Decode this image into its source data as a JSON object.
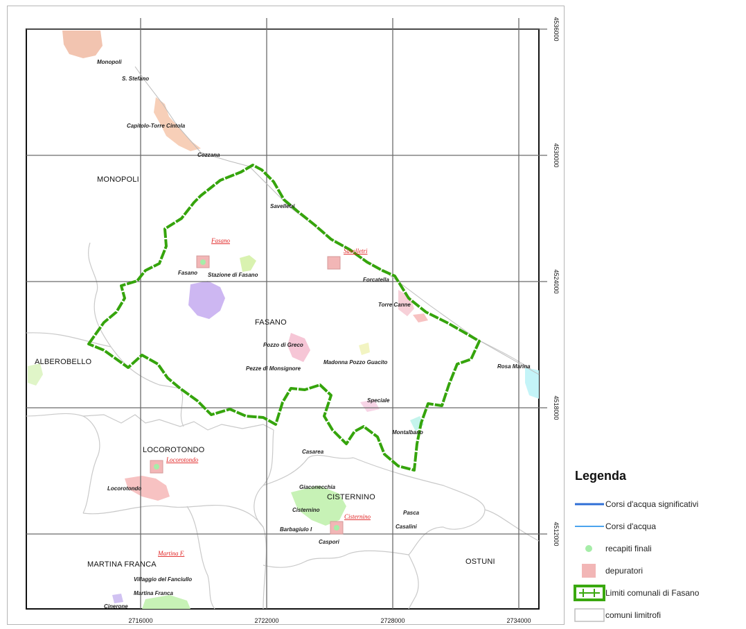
{
  "map": {
    "x_ticks": [
      "2716000",
      "2722000",
      "2728000",
      "2734000"
    ],
    "y_ticks": [
      "4536000",
      "4530000",
      "4524000",
      "4518000",
      "4512000"
    ],
    "municipalities": [
      "MONOPOLI",
      "FASANO",
      "ALBEROBELLO",
      "LOCOROTONDO",
      "CISTERNINO",
      "MARTINA FRANCA",
      "OSTUNI"
    ],
    "places": [
      "Monopoli",
      "S. Stefano",
      "Capitolo-Torre Cintola",
      "Cozzana",
      "Savelletri",
      "Fasano",
      "Stazione di Fasano",
      "Forcatella",
      "Torre Canne",
      "Pozzo di Greco",
      "Madonna Pozzo Guacito",
      "Pezze di Monsignore",
      "Speciale",
      "Rosa Marina",
      "Montalbano",
      "Casarea",
      "Locorotondo",
      "Giaconecchia",
      "Cisternino",
      "Barbagiulo I",
      "Caspori",
      "Pasca",
      "Casalini",
      "Villaggio del Fanciullo",
      "Martina Franca",
      "Cinerone"
    ],
    "plants": [
      "Fasano",
      "Savelletri",
      "Locorotondo",
      "Cisternino",
      "Martina F."
    ]
  },
  "legend": {
    "title": "Legenda",
    "items": [
      {
        "label": "Corsi d'acqua significativi",
        "icon": "river-major-line-icon",
        "color": "#2f6fd6"
      },
      {
        "label": "Corsi d'acqua",
        "icon": "river-line-icon",
        "color": "#4aa3ee"
      },
      {
        "label": "recapiti finali",
        "icon": "green-dot-icon",
        "color": "#a6eda8"
      },
      {
        "label": "depuratori",
        "icon": "pink-square-icon",
        "color": "#f2b6b6"
      },
      {
        "label": "Limiti comunali di Fasano",
        "icon": "green-boundary-icon",
        "color": "#3aa80f"
      },
      {
        "label": "comuni limitrofi",
        "icon": "gray-outline-box-icon",
        "color": "#bdbdbd"
      }
    ]
  }
}
